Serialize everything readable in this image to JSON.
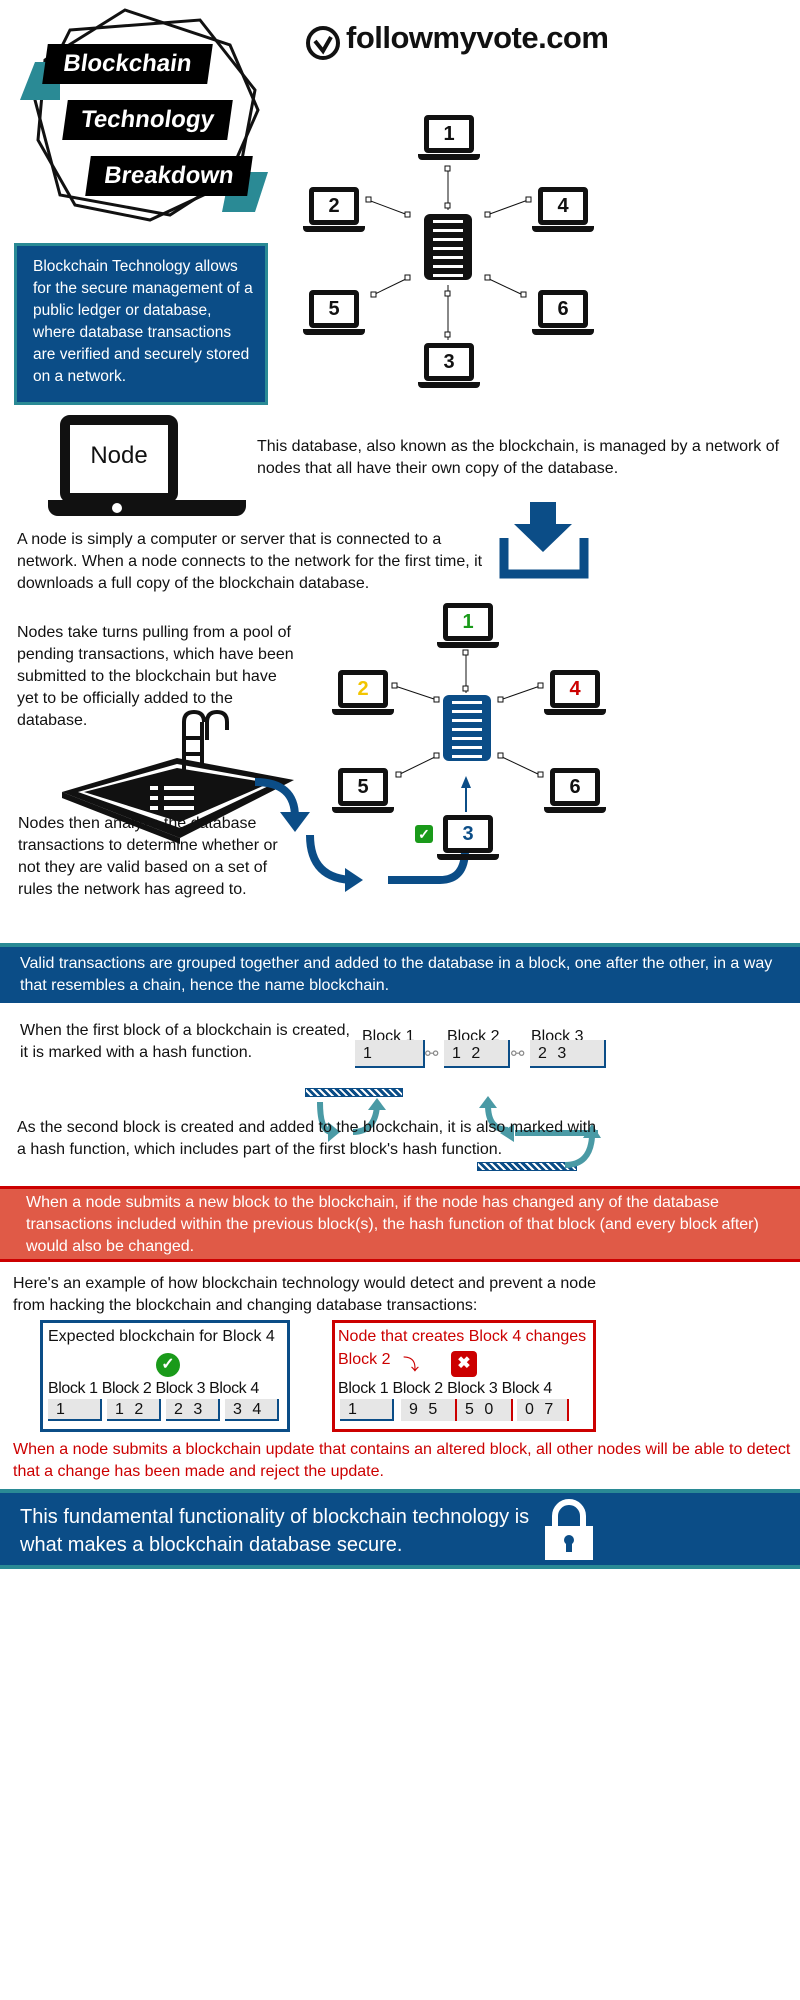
{
  "title": {
    "line1": "Blockchain",
    "line2": "Technology",
    "line3": "Breakdown"
  },
  "logo": {
    "text": "followmyvote.com"
  },
  "intro": "Blockchain Technology allows for the secure management of a public ledger or database, where database transactions are verified and securely stored on a network.",
  "network1": {
    "nodes": [
      "1",
      "2",
      "3",
      "4",
      "5",
      "6"
    ]
  },
  "node_label": "Node",
  "database_text": "This database, also known as the blockchain, is managed by a network of nodes that all have their own copy of the database.",
  "node_text": "A node is simply a computer or server that is connected to a network.  When a node connects to the network for the first time, it downloads a full copy of the blockchain database.",
  "pool_text": "Nodes take turns pulling from a pool of pending transactions, which have been submitted to the blockchain but have yet to be officially added to the database.",
  "network2": {
    "nodes": [
      "1",
      "2",
      "3",
      "4",
      "5",
      "6"
    ],
    "colors": {
      "1": "#1a9a1a",
      "2": "#f2c500",
      "3": "#0b4d87",
      "4": "#cc0000",
      "5": "#111111",
      "6": "#111111"
    }
  },
  "analyze_text": "Nodes then analyze the database transactions to determine whether or not they are valid based on a set of rules the network has agreed to.",
  "valid_banner": "Valid transactions are grouped together and added to the database in a block, one after the other, in a way that resembles a chain, hence the name blockchain.",
  "first_block_text": "When the first block of a blockchain is created, it is marked with a hash function.",
  "chain": [
    {
      "label": "Block 1",
      "hash": "1"
    },
    {
      "label": "Block 2",
      "hash": "1 2"
    },
    {
      "label": "Block 3",
      "hash": "2 3"
    }
  ],
  "second_block_text": "As the second block is created and added to the blockchain, it is also marked with a hash function, which includes part of the first block's hash function.",
  "red_banner": "When a node submits a new block to the blockchain, if the node has changed any of the database transactions included within the previous block(s), the hash function of that block (and every block after) would also be changed.",
  "example_text": "Here's an example of how blockchain technology would detect and prevent a node from hacking the blockchain and changing database transactions:",
  "expected": {
    "title": "Expected blockchain for Block 4",
    "blocks": [
      {
        "label": "Block 1",
        "hash": "1"
      },
      {
        "label": "Block 2",
        "hash": "1 2"
      },
      {
        "label": "Block 3",
        "hash": "2 3"
      },
      {
        "label": "Block 4",
        "hash": "3 4"
      }
    ]
  },
  "altered": {
    "title": "Node that creates Block 4 changes",
    "subtitle": "Block 2",
    "blocks": [
      {
        "label": "Block 1",
        "hash": "1"
      },
      {
        "label": "Block 2",
        "hash": "9 5"
      },
      {
        "label": "Block 3",
        "hash": "5 0"
      },
      {
        "label": "Block 4",
        "hash": "0 7"
      }
    ]
  },
  "reject_text": "When a node submits a blockchain update that contains an altered block, all other nodes will be able to detect that a change has been made and reject the update.",
  "footer": "This fundamental functionality of blockchain technology is what makes a blockchain database secure.",
  "colors": {
    "navy": "#0b4d87",
    "teal": "#2a8a95",
    "red": "#cc0000",
    "banner_red": "#e05a47",
    "green": "#1a9a1a"
  }
}
